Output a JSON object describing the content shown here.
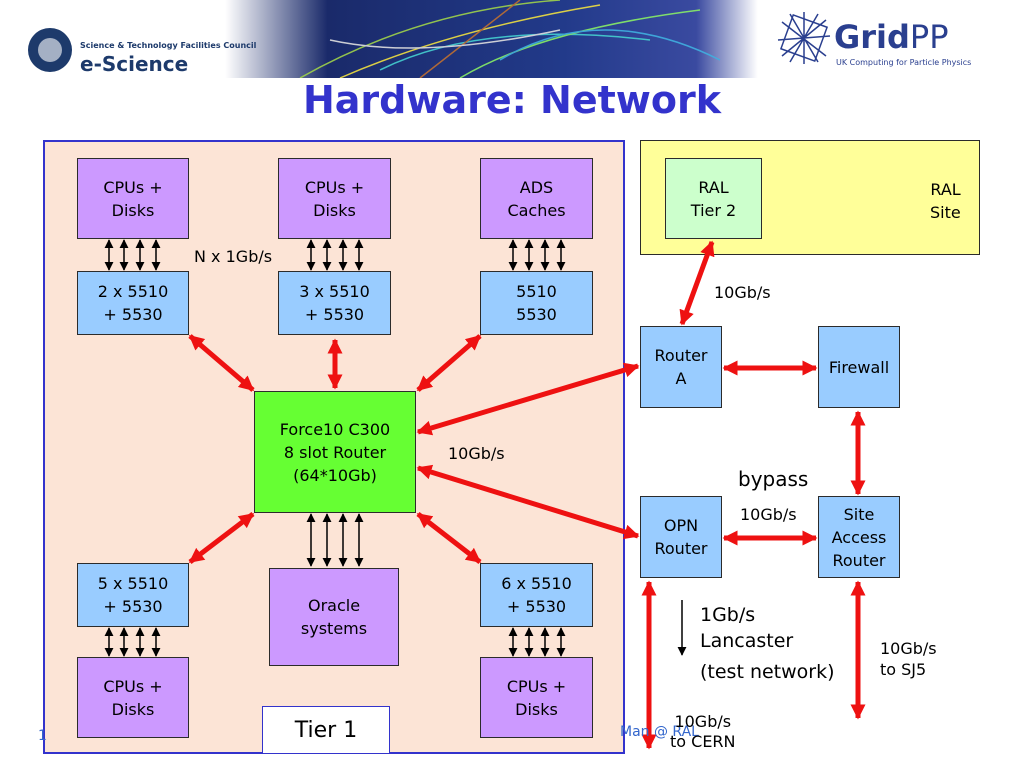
{
  "header": {
    "stfc_line": "Science & Technology Facilities Council",
    "escience": "e-Science",
    "gridpp_bold": "Grid",
    "gridpp_light": "PP",
    "gridpp_tagline": "UK Computing for Particle Physics"
  },
  "title": "Hardware: Network",
  "tier1": {
    "label": "Tier 1",
    "cpu_tl": [
      "CPUs +",
      "Disks"
    ],
    "cpu_tm": [
      "CPUs +",
      "Disks"
    ],
    "ads": [
      "ADS",
      "Caches"
    ],
    "sw_tl": [
      "2 x 5510",
      "+ 5530"
    ],
    "sw_tm": [
      "3 x 5510",
      "+ 5530"
    ],
    "sw_tr": [
      "5510",
      "5530"
    ],
    "core": [
      "Force10 C300",
      "8 slot Router",
      "(64*10Gb)"
    ],
    "sw_bl": [
      "5 x 5510",
      "+ 5530"
    ],
    "oracle": [
      "Oracle",
      "systems"
    ],
    "sw_br": [
      "6 x 5510",
      "+ 5530"
    ],
    "cpu_bl": [
      "CPUs +",
      "Disks"
    ],
    "cpu_br": [
      "CPUs +",
      "Disks"
    ],
    "link_n1g": "N x 1Gb/s",
    "link_core": "10Gb/s"
  },
  "site": {
    "ral_site": [
      "RAL",
      "Site"
    ],
    "ral_tier2": [
      "RAL",
      "Tier 2"
    ],
    "router_a": [
      "Router",
      "A"
    ],
    "firewall": "Firewall",
    "opn_router": [
      "OPN",
      "Router"
    ],
    "site_access": [
      "Site",
      "Access",
      "Router"
    ],
    "link_tier2": "10Gb/s",
    "bypass": "bypass",
    "link_opn_site": "10Gb/s",
    "lancaster": [
      "1Gb/s",
      "Lancaster"
    ],
    "test_network": "(test network)",
    "to_sj5": [
      "10Gb/s",
      "to SJ5"
    ],
    "to_cern": [
      "10Gb/s",
      "to CERN"
    ]
  },
  "footer": {
    "page_fragment": "1",
    "right_fragment": "Man @ RAL"
  },
  "colors": {
    "title": "#3333cc",
    "tier1_bg": "#fce4d6",
    "tier1_border": "#3333cc",
    "ral_bg": "#ffff99",
    "arrow_red": "#ee1111",
    "host": "#cc99ff",
    "switch": "#99ccff",
    "core": "#66ff33"
  }
}
